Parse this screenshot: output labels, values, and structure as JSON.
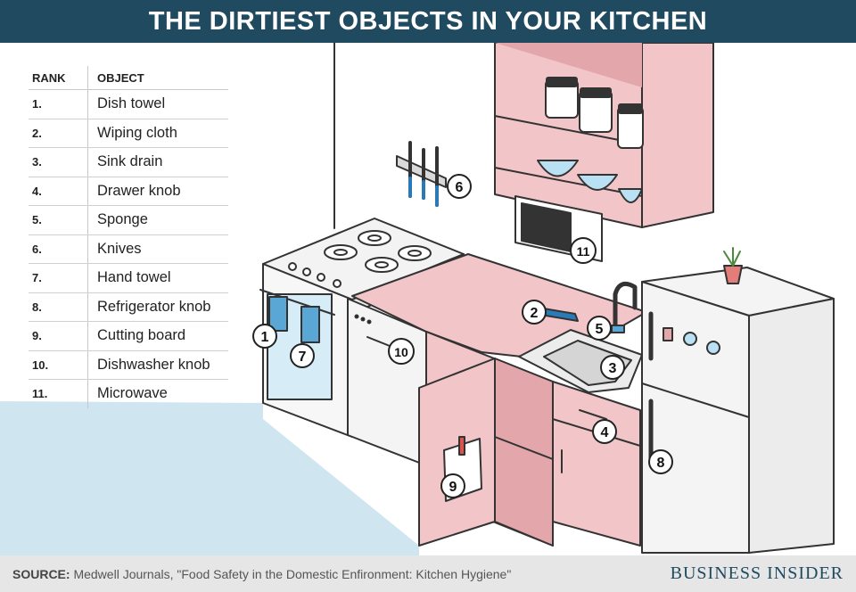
{
  "header": {
    "title": "THE DIRTIEST OBJECTS IN YOUR KITCHEN"
  },
  "table": {
    "rank_header": "RANK",
    "object_header": "OBJECT",
    "rows": [
      {
        "rank": "1.",
        "object": "Dish towel"
      },
      {
        "rank": "2.",
        "object": "Wiping cloth"
      },
      {
        "rank": "3.",
        "object": "Sink drain"
      },
      {
        "rank": "4.",
        "object": "Drawer knob"
      },
      {
        "rank": "5.",
        "object": "Sponge"
      },
      {
        "rank": "6.",
        "object": "Knives"
      },
      {
        "rank": "7.",
        "object": "Hand towel"
      },
      {
        "rank": "8.",
        "object": "Refrigerator knob"
      },
      {
        "rank": "9.",
        "object": "Cutting board"
      },
      {
        "rank": "10.",
        "object": "Dishwasher knob"
      },
      {
        "rank": "11.",
        "object": "Microwave"
      }
    ]
  },
  "markers": {
    "m1": "1",
    "m2": "2",
    "m3": "3",
    "m4": "4",
    "m5": "5",
    "m6": "6",
    "m7": "7",
    "m8": "8",
    "m9": "9",
    "m10": "10",
    "m11": "11"
  },
  "footer": {
    "source_label": "SOURCE:",
    "source_text": " Medwell Journals, \"Food Safety in the Domestic Enfironment: Kitchen Hygiene\"",
    "brand": "BUSINESS INSIDER"
  },
  "colors": {
    "header_bg": "#1f4a60",
    "cabinet_pink": "#f2c6c9",
    "cabinet_pink_dark": "#e3a6ab",
    "floor_blue": "#cfe5f0",
    "outline": "#333333"
  }
}
